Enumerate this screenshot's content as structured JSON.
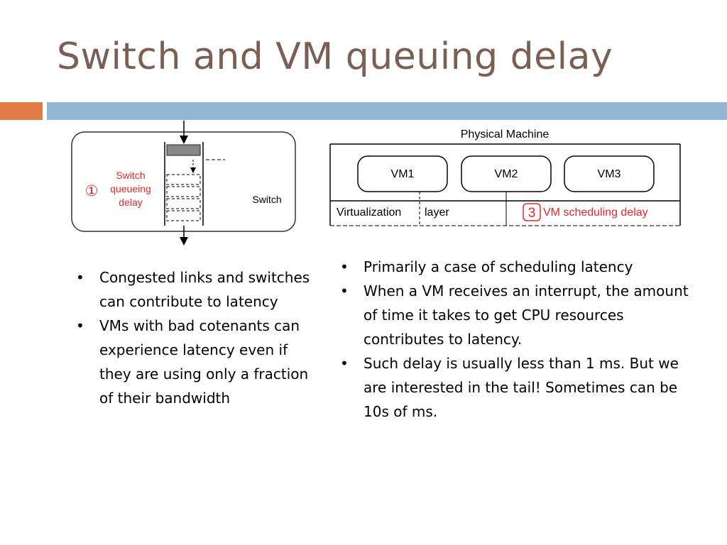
{
  "slide": {
    "title": "Switch and VM queuing delay",
    "colors": {
      "title": "#7b5f52",
      "accent_bar": "#e07b45",
      "rule_bar": "#93b6d3",
      "diagram_label_red": "#e8262a"
    }
  },
  "switch_diagram": {
    "marker": "①",
    "label_lines": [
      "Switch",
      "queueing",
      "delay"
    ],
    "device_label": "Switch"
  },
  "vm_diagram": {
    "title": "Physical Machine",
    "vms": [
      "VM1",
      "VM2",
      "VM3"
    ],
    "layer_left": "Virtualization",
    "layer_right": "layer",
    "marker": "3",
    "delay_label": "VM scheduling delay"
  },
  "left_bullets": {
    "bullet_symbol": "•",
    "items": [
      "Congested links and switches can contribute to latency",
      "VMs with bad cotenants can experience latency even if they are using only a fraction of their bandwidth"
    ]
  },
  "right_bullets": {
    "bullet_symbol": "•",
    "items": [
      "Primarily a case of scheduling latency",
      "When a VM receives an interrupt, the amount of time it takes to get CPU resources contributes to latency.",
      "Such delay is usually less than 1 ms. But we are interested in the tail! Sometimes can be 10s of ms."
    ]
  }
}
